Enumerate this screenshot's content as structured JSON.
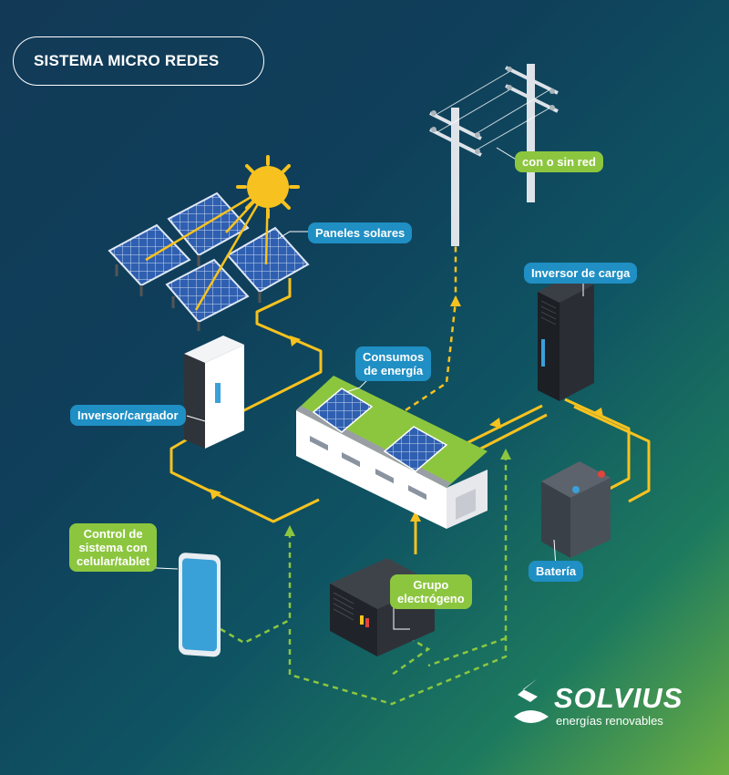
{
  "title": "SISTEMA MICRO REDES",
  "labels": {
    "paneles": "Paneles solares",
    "red": "con o sin red",
    "inversor_carga": "Inversor de carga",
    "consumos_l1": "Consumos",
    "consumos_l2": "de energía",
    "inversor_cargador": "Inversor/cargador",
    "control_l1": "Control de",
    "control_l2": "sistema con",
    "control_l3": "celular/tablet",
    "grupo_l1": "Grupo",
    "grupo_l2": "electrógeno",
    "bateria": "Batería"
  },
  "brand": {
    "name": "SOLVIUS",
    "tagline": "energías renovables"
  },
  "colors": {
    "power_line": "#f7c21f",
    "control_line": "#8cc63f",
    "label_blue": "#1f8fc4",
    "label_green": "#8cc63f",
    "roof": "#8cc63f",
    "panel": "#2f5fb0"
  }
}
